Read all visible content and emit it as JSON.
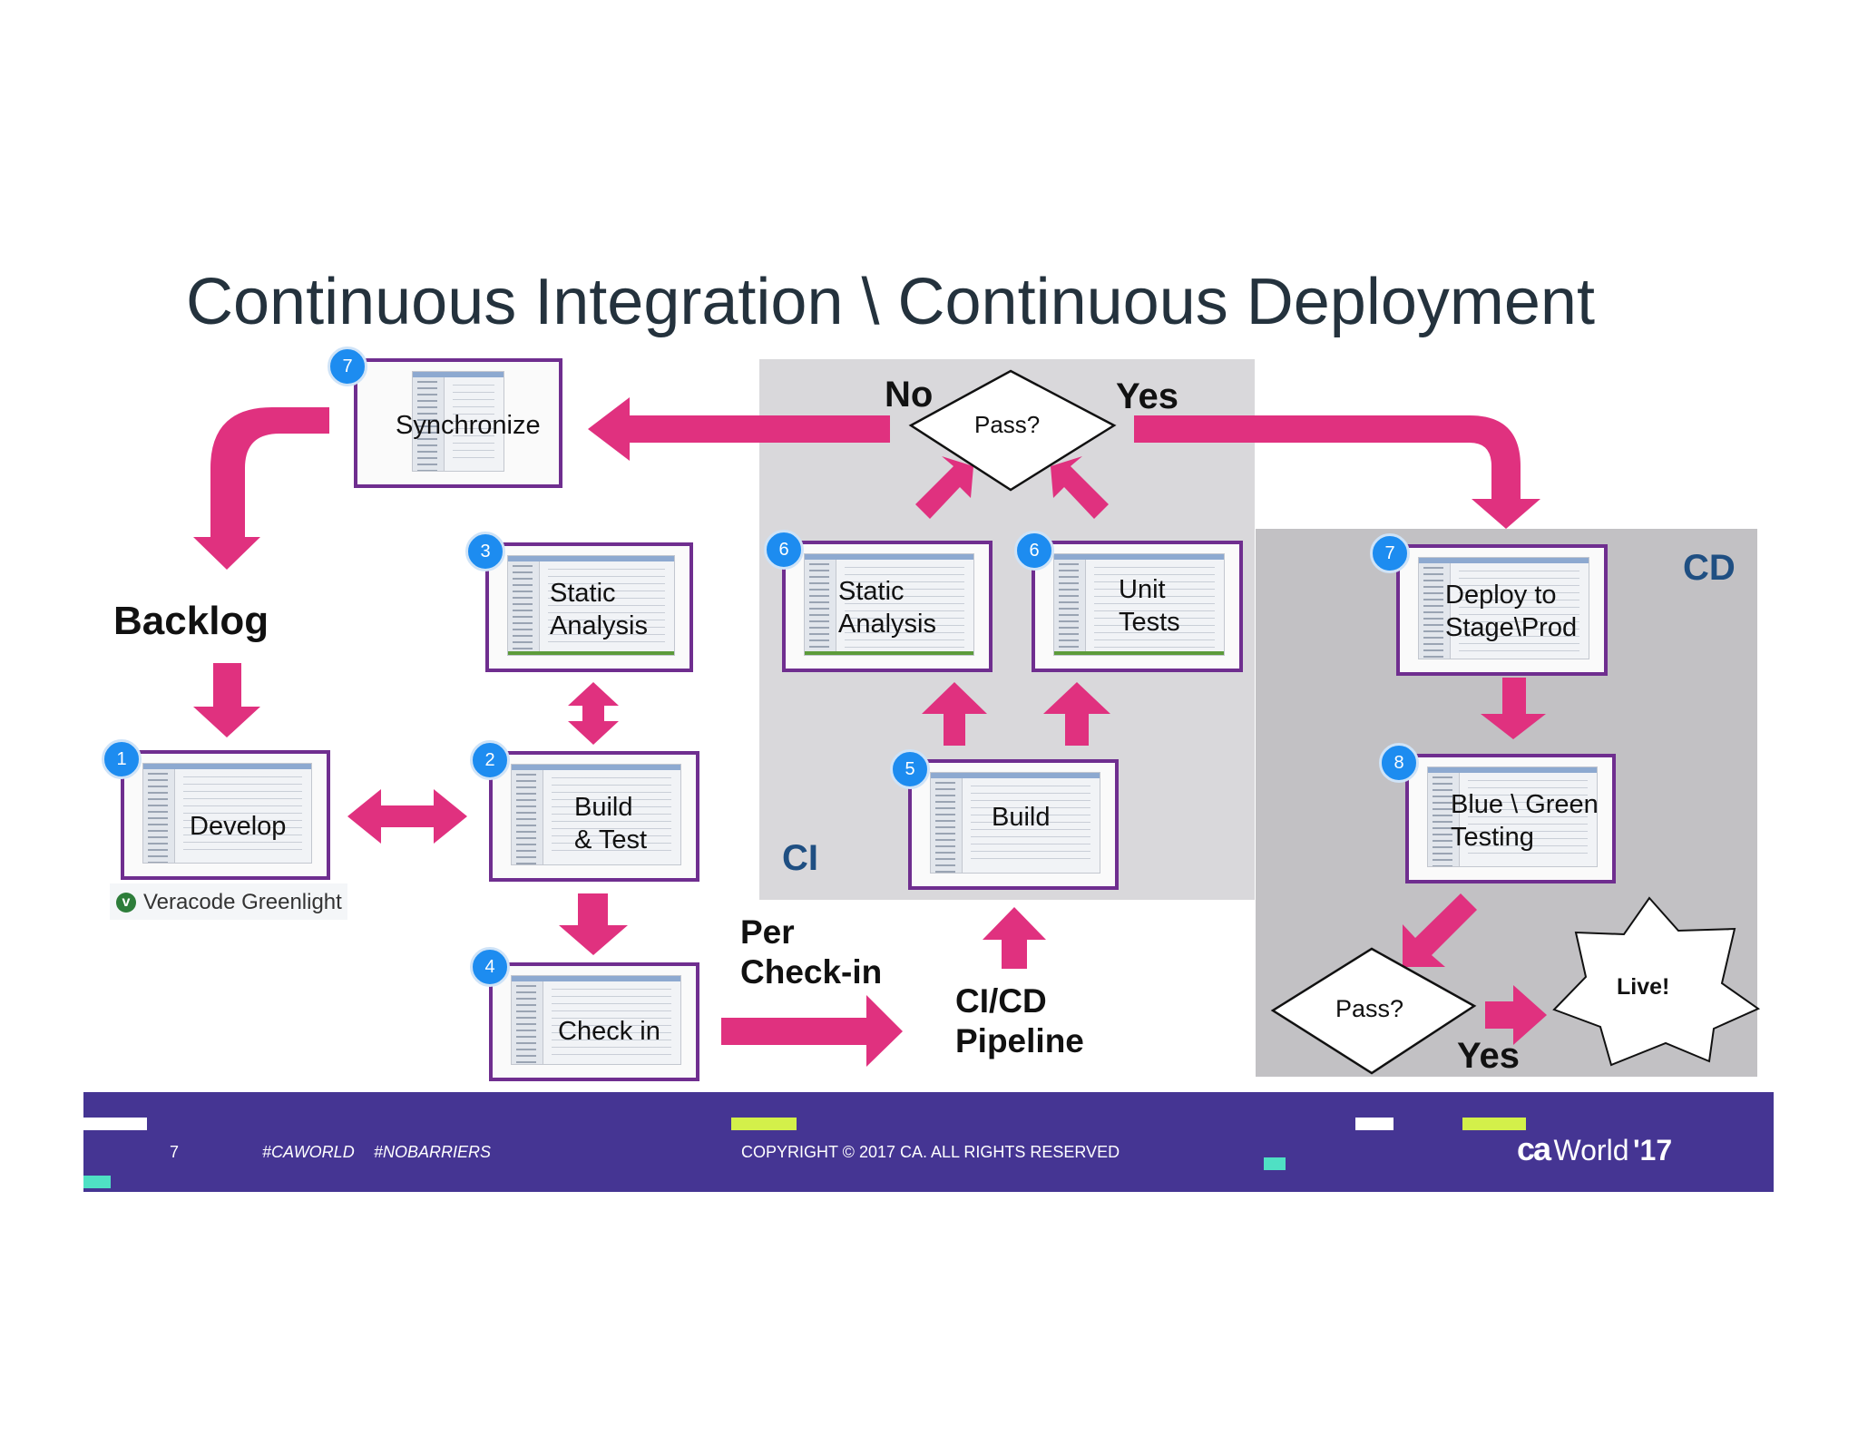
{
  "title": "Continuous Integration \\ Continuous Deployment",
  "labels": {
    "backlog": "Backlog",
    "no": "No",
    "yes_top": "Yes",
    "yes_bottom": "Yes",
    "ci": "CI",
    "cd": "CD",
    "per_checkin": [
      "Per",
      "Check-in"
    ],
    "pipeline": [
      "CI/CD",
      "Pipeline"
    ],
    "veracode": "Veracode Greenlight",
    "veracode_icon": "v"
  },
  "decisions": {
    "top": "Pass?",
    "bottom": "Pass?",
    "live": "Live!"
  },
  "steps": {
    "synchronize": {
      "badge": "7",
      "label": [
        "Synchronize"
      ]
    },
    "static_local": {
      "badge": "3",
      "label": [
        "Static",
        "Analysis"
      ]
    },
    "develop": {
      "badge": "1",
      "label": [
        "Develop"
      ]
    },
    "build_test": {
      "badge": "2",
      "label": [
        "Build",
        "& Test"
      ]
    },
    "check_in": {
      "badge": "4",
      "label": [
        "Check in"
      ]
    },
    "static_ci": {
      "badge": "6",
      "label": [
        "Static",
        "Analysis"
      ]
    },
    "unit_tests": {
      "badge": "6",
      "label": [
        "Unit",
        "Tests"
      ]
    },
    "build_ci": {
      "badge": "5",
      "label": [
        "Build"
      ]
    },
    "deploy": {
      "badge": "7",
      "label": [
        "Deploy to",
        "Stage\\Prod"
      ]
    },
    "blue_green": {
      "badge": "8",
      "label": [
        "Blue \\ Green",
        "Testing"
      ]
    }
  },
  "footer": {
    "page": "7",
    "hashtag1": "#CAWORLD",
    "hashtag2": "#NOBARRIERS",
    "copyright": "COPYRIGHT © 2017 CA. ALL RIGHTS RESERVED",
    "logo_ca": "ca",
    "logo_world": "World",
    "logo_year": "'17"
  },
  "colors": {
    "arrow": "#e0317f",
    "box_border": "#6f2e8f",
    "badge": "#1d8cf0",
    "footer": "#453593",
    "accent_lime": "#d3f04a",
    "accent_teal": "#4fe0c4"
  }
}
